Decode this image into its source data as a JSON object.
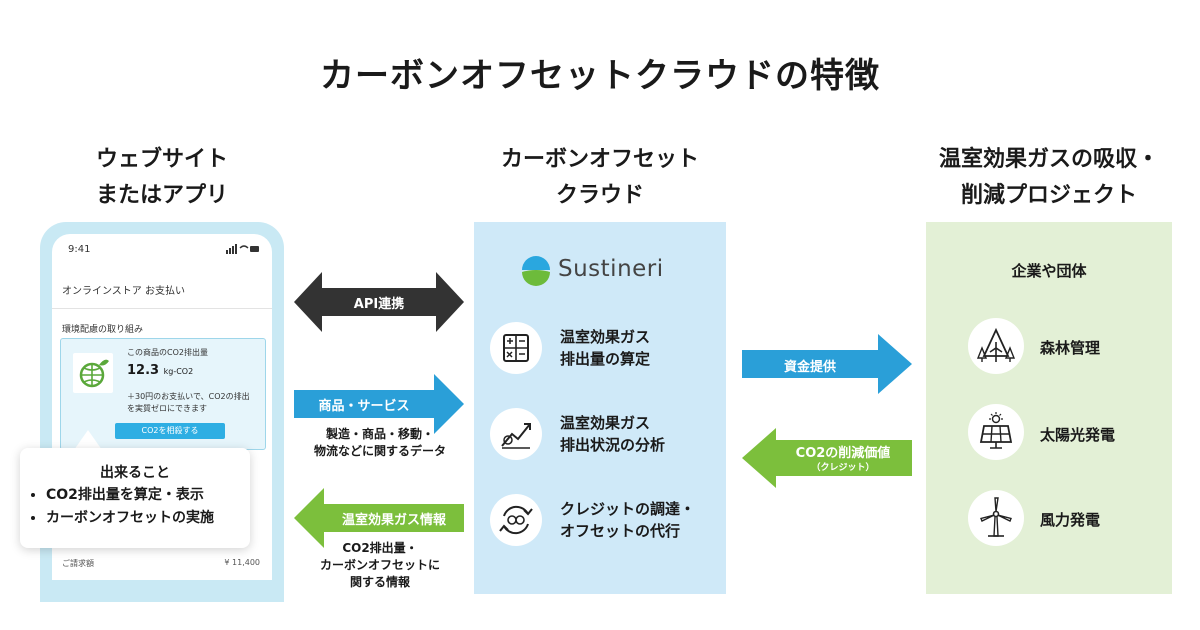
{
  "title": "カーボンオフセットクラウドの特徴",
  "left_column": {
    "heading": [
      "ウェブサイト",
      "またはアプリ"
    ],
    "phone": {
      "time": "9:41",
      "store_title": "オンラインストア お支払い",
      "env_section": "環境配慮の取り組み",
      "card_title": "この商品のCO2排出量",
      "amount": "12.3",
      "amount_unit": "kg-CO2",
      "note": "＋30円のお支払いで、CO2の排出を実質ゼロにできます",
      "button": "CO2を相殺する",
      "bill_label": "ご請求額",
      "bill_value": "¥ 11,400"
    },
    "bubble": {
      "title": "出来ること",
      "items": [
        "CO2排出量を算定・表示",
        "カーボンオフセットの実施"
      ]
    }
  },
  "middle_arrows": [
    {
      "label": "API連携",
      "color": "#333333",
      "direction": "both",
      "caption": ""
    },
    {
      "label": "商品・サービス",
      "color": "#2a9fd8",
      "direction": "right",
      "caption": [
        "製造・商品・移動・",
        "物流などに関するデータ"
      ]
    },
    {
      "label": "温室効果ガス情報",
      "color": "#7cbf3c",
      "direction": "left",
      "caption": [
        "CO2排出量・",
        "カーボンオフセットに",
        "関する情報"
      ]
    }
  ],
  "center_column": {
    "heading": [
      "カーボンオフセット",
      "クラウド"
    ],
    "logo_text": "Sustineri",
    "features": [
      {
        "icon": "calculator-icon",
        "text": [
          "温室効果ガス",
          "排出量の算定"
        ]
      },
      {
        "icon": "chart-analysis-icon",
        "text": [
          "温室効果ガス",
          "排出状況の分析"
        ]
      },
      {
        "icon": "credit-cycle-icon",
        "text": [
          "クレジットの調達・",
          "オフセットの代行"
        ]
      }
    ]
  },
  "right_arrows": [
    {
      "label": "資金提供",
      "color": "#2a9fd8",
      "direction": "right",
      "sub": ""
    },
    {
      "label": "CO2の削減価値",
      "color": "#7cbf3c",
      "direction": "left",
      "sub": "（クレジット）"
    }
  ],
  "right_column": {
    "heading": [
      "温室効果ガスの吸収・",
      "削減プロジェクト"
    ],
    "subheading": "企業や団体",
    "projects": [
      {
        "icon": "forest-icon",
        "label": "森林管理"
      },
      {
        "icon": "solar-panel-icon",
        "label": "太陽光発電"
      },
      {
        "icon": "wind-turbine-icon",
        "label": "風力発電"
      }
    ]
  },
  "colors": {
    "blue": "#2a9fd8",
    "green": "#7cbf3c",
    "dark": "#333333",
    "center_bg": "#cfe9f8",
    "right_bg": "#e3f0d6"
  }
}
